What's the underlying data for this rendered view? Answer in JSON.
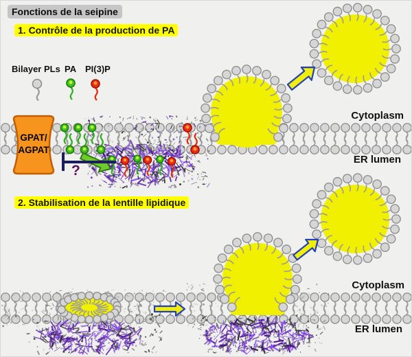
{
  "title": "Fonctions de la seipine",
  "sections": {
    "one": {
      "heading": "1. Contrôle de la production de PA"
    },
    "two": {
      "heading": "2. Stabilisation de la lentille lipidique"
    }
  },
  "legend": {
    "bilayer_pls": {
      "label": "Bilayer PLs",
      "head_color": "#d6d6d6",
      "outline_color": "#8f8f8f",
      "tail_color": "#9b9b9b"
    },
    "pa": {
      "label": "PA",
      "head_color": "#3fc31d",
      "outline_color": "#1d7a0a",
      "tail_color": "#2faf1f",
      "inner_color": "#c8f03c"
    },
    "pi3p": {
      "label": "PI(3)P",
      "head_color": "#ee2d16",
      "outline_color": "#a01005",
      "tail_color": "#e03010",
      "inner_color": "#ff9d2e"
    }
  },
  "enzyme": {
    "label_line1": "GPAT/",
    "label_line2": "AGPAT",
    "fill": "#F7941E",
    "stroke": "#C05E00"
  },
  "inhibition": {
    "question_mark": "?",
    "bar_color": "#1d1d5c",
    "question_color": "#5a1358"
  },
  "compartments": {
    "cytoplasm": "Cytoplasm",
    "er_lumen": "ER lumen"
  },
  "colors": {
    "background": "#f0f0ef",
    "membrane_head": "#d6d6d6",
    "membrane_outline": "#8f8f8f",
    "membrane_tail": "#9b9b9b",
    "lipid_droplet": "#f0f000",
    "seipin_mesh": [
      "#5b21a8",
      "#7c3aed",
      "#45108a",
      "#2d2d2d",
      "#9061d6"
    ],
    "arrow_fill": "#f2ee0c",
    "arrow_stroke": "#2141b5",
    "green_arrow_fill": "#6fca2f",
    "green_arrow_stroke": "#2f7d12",
    "highlight_yellow": "#ffff00",
    "highlight_gray": "#c6c6c6",
    "speck_dark": [
      "#2a2a2a",
      "#555555",
      "#8a8a8a"
    ],
    "speck_light": [
      "#777777",
      "#9f9f9f",
      "#c2c2c2"
    ]
  }
}
